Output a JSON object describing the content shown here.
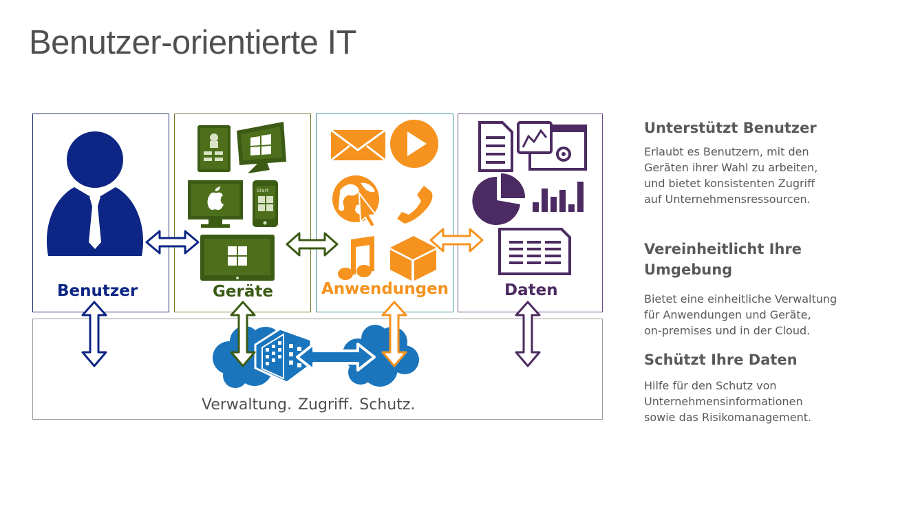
{
  "title": "Benutzer-orientierte IT",
  "panels": {
    "users": "Benutzer",
    "devices": "Geräte",
    "apps": "Anwendungen",
    "data": "Daten"
  },
  "management_label": "Verwaltung.  Zugriff.  Schutz.",
  "device_screen_text": "Start",
  "colors": {
    "users": "#0d2584",
    "devices": "#3b5a14",
    "apps": "#f6921e",
    "data": "#4b2b61",
    "cloud": "#1a75bd",
    "text": "#595959"
  },
  "icons": {
    "users": [
      "user-icon"
    ],
    "devices": [
      "android-tablet-icon",
      "windows-monitor-icon",
      "apple-monitor-icon",
      "windows-phone-icon",
      "windows-tablet-icon"
    ],
    "apps": [
      "mail-icon",
      "play-icon",
      "globe-icon",
      "phone-icon",
      "music-icon",
      "package-icon"
    ],
    "data": [
      "document-icon",
      "chart-window-icon",
      "pie-chart-icon",
      "bar-chart-icon",
      "table-document-icon"
    ],
    "management": [
      "cloud-icon",
      "building-icon",
      "cloud-icon"
    ]
  },
  "sidebar": [
    {
      "heading": "Unterstützt Benutzer",
      "lines": [
        "Erlaubt es Benutzern, mit den",
        "Geräten ihrer Wahl zu arbeiten,",
        "und bietet konsistenten Zugriff",
        "auf Unternehmensressourcen."
      ]
    },
    {
      "heading_lines": [
        "Vereinheitlicht Ihre",
        "Umgebung"
      ],
      "lines": [
        "Bietet eine einheitliche Verwaltung",
        "für Anwendungen und Geräte,",
        "on-premises und in der Cloud."
      ]
    },
    {
      "heading": "Schützt Ihre Daten",
      "lines": [
        "Hilfe für den Schutz von",
        "Unternehmensinformationen",
        "sowie das Risikomanagement."
      ]
    }
  ]
}
